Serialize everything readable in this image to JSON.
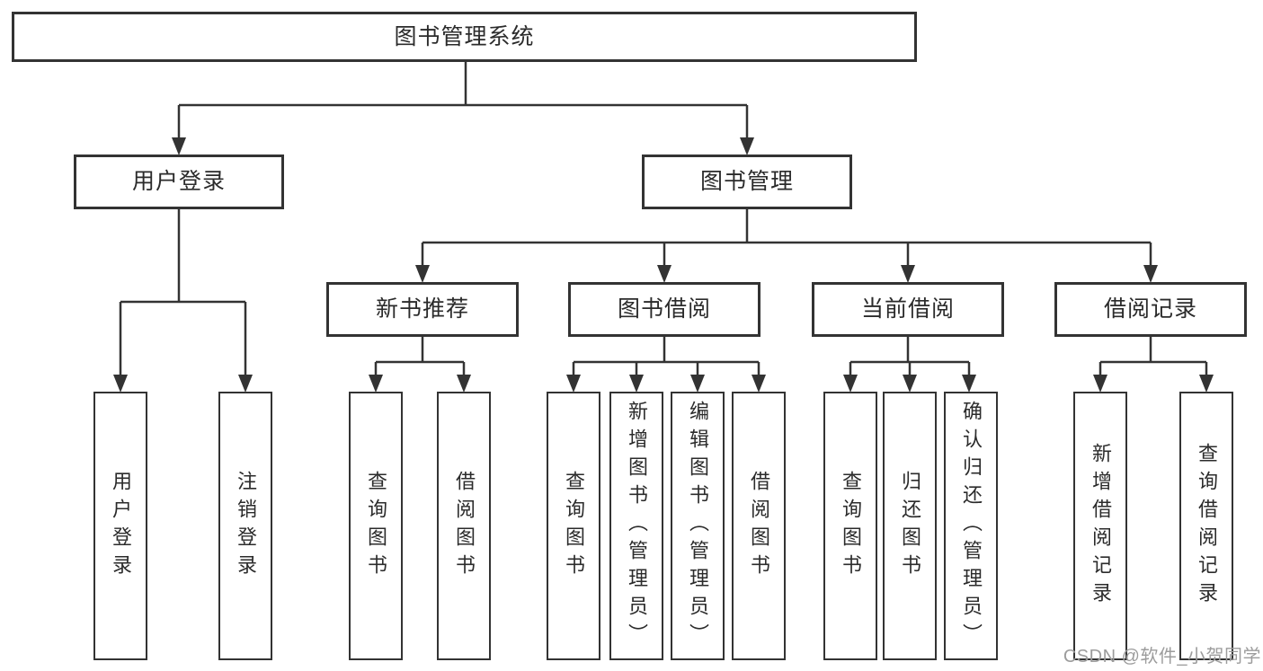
{
  "tree": {
    "root": {
      "label": "图书管理系统"
    },
    "level2": {
      "user_login": {
        "label": "用户登录"
      },
      "book_mgmt": {
        "label": "图书管理"
      }
    },
    "level3": {
      "new_books": {
        "label": "新书推荐"
      },
      "book_borrow": {
        "label": "图书借阅"
      },
      "current_borrow": {
        "label": "当前借阅"
      },
      "borrow_records": {
        "label": "借阅记录"
      }
    },
    "leaves": {
      "user_login": [
        "用户登录",
        "注销登录"
      ],
      "new_books": [
        "查询图书",
        "借阅图书"
      ],
      "book_borrow": [
        "查询图书",
        "新增图书（管理员）",
        "编辑图书（管理员）",
        "借阅图书"
      ],
      "current_borrow": [
        "查询图书",
        "归还图书",
        "确认归还（管理员）"
      ],
      "borrow_records": [
        "新增借阅记录",
        "查询借阅记录"
      ]
    }
  },
  "watermark": {
    "text": "CSDN @软件_小贺同学",
    "color": "#9c9c9c"
  },
  "colors": {
    "line": "#333333",
    "border": "#333333",
    "text": "#2b2b2b",
    "background": "#ffffff"
  }
}
